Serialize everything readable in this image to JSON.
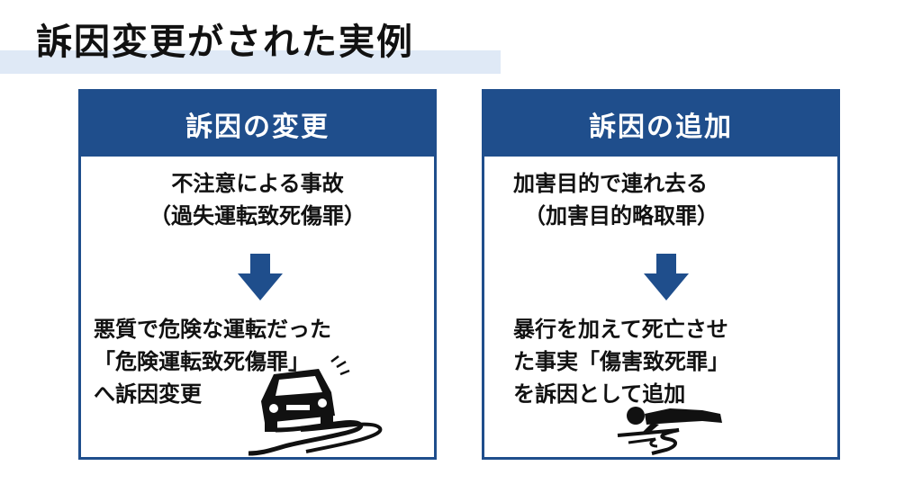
{
  "title": "訴因変更がされた実例",
  "colors": {
    "accent": "#1f4e8c",
    "title_band": "#dfe9f6",
    "text": "#111111"
  },
  "panels": [
    {
      "header": "訴因の変更",
      "top_lines": [
        "不注意による事故",
        "（過失運転致死傷罪）"
      ],
      "bottom_lines": [
        "悪質で危険な運転だった",
        "「危険運転致死傷罪」",
        "へ訴因変更"
      ],
      "illustration": "skidding-car-icon"
    },
    {
      "header": "訴因の追加",
      "top_lines": [
        "加害目的で連れ去る",
        "（加害目的略取罪）"
      ],
      "bottom_lines": [
        "暴行を加えて死亡させ",
        "た事実「傷害致死罪」",
        "を訴因として追加"
      ],
      "illustration": "fallen-person-icon"
    }
  ]
}
